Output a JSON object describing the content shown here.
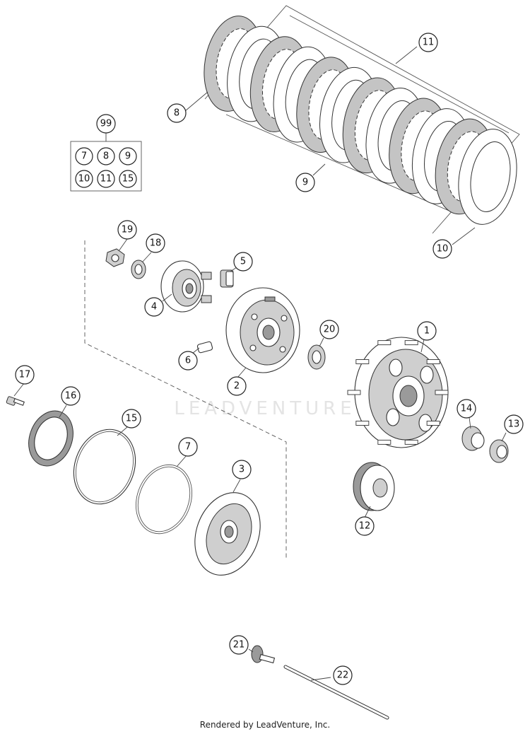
{
  "callouts": {
    "c1": "1",
    "c2": "2",
    "c3": "3",
    "c4": "4",
    "c5": "5",
    "c6": "6",
    "c7": "7",
    "c8": "8",
    "c9": "9",
    "c10": "10",
    "c11": "11",
    "c12": "12",
    "c13": "13",
    "c14": "14",
    "c15": "15",
    "c16": "16",
    "c17": "17",
    "c18": "18",
    "c19": "19",
    "c20": "20",
    "c21": "21",
    "c22": "22"
  },
  "kit": {
    "label": "99",
    "items": [
      "7",
      "8",
      "9",
      "10",
      "11",
      "15"
    ]
  },
  "watermark": "LEADVENTURE",
  "footer": "Rendered by LeadVenture, Inc."
}
